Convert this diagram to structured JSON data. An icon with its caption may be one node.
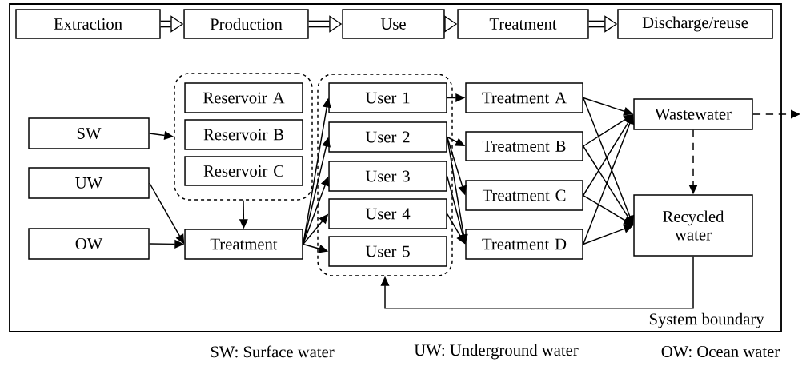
{
  "diagram": {
    "nodes": [
      {
        "text": [
          "System boundary"
        ]
      },
      {
        "text": [
          "Extraction"
        ],
        "in": 0
      },
      {
        "text": [
          "Production"
        ],
        "in": 0
      },
      {
        "text": [
          "Use"
        ],
        "in": 0
      },
      {
        "text": [
          "Treatment"
        ],
        "in": 0
      },
      {
        "text": [
          "Discharge/reuse"
        ],
        "in": 0
      },
      {
        "text": [
          "SW"
        ],
        "in": 0
      },
      {
        "text": [
          "UW"
        ],
        "in": 0
      },
      {
        "text": [
          "OW"
        ],
        "in": 0
      },
      {
        "text": [],
        "shape": "box",
        "in": 0
      },
      {
        "text": [
          "Reservoir A"
        ],
        "in": 9
      },
      {
        "text": [
          "Reservoir B"
        ],
        "in": 9
      },
      {
        "text": [
          "Reservoir C"
        ],
        "in": 9
      },
      {
        "text": [
          "Treatment"
        ],
        "in": 0
      },
      {
        "text": [],
        "shape": "box",
        "in": 0
      },
      {
        "text": [
          "User 1"
        ],
        "in": 14
      },
      {
        "text": [
          "User 2"
        ],
        "in": 14
      },
      {
        "text": [
          "User 3"
        ],
        "in": 14
      },
      {
        "text": [
          "User 4"
        ],
        "in": 14
      },
      {
        "text": [
          "User 5"
        ],
        "in": 14
      },
      {
        "text": [
          "Treatment A"
        ],
        "in": 0
      },
      {
        "text": [
          "Treatment B"
        ],
        "in": 0
      },
      {
        "text": [
          "Treatment C"
        ],
        "in": 0
      },
      {
        "text": [
          "Treatment D"
        ],
        "in": 0
      },
      {
        "text": [
          "Wastewater"
        ],
        "in": 0
      },
      {
        "text": [
          "Recycled water"
        ],
        "in": 0
      }
    ],
    "edges": [
      {
        "from": 1,
        "to": 2,
        "arrow": "to",
        "style": "thick"
      },
      {
        "from": 2,
        "to": 3,
        "arrow": "to",
        "style": "thick"
      },
      {
        "from": 3,
        "to": 4,
        "arrow": "to",
        "style": "thick"
      },
      {
        "from": 4,
        "to": 5,
        "arrow": "to",
        "style": "thick"
      },
      {
        "from": 6,
        "to": 9,
        "arrow": "to"
      },
      {
        "from": 7,
        "to": 13,
        "arrow": "to"
      },
      {
        "from": 8,
        "to": 13,
        "arrow": "to"
      },
      {
        "from": 9,
        "to": 13,
        "arrow": "to"
      },
      {
        "from": 13,
        "to": 15,
        "arrow": "to"
      },
      {
        "from": 13,
        "to": 16,
        "arrow": "to"
      },
      {
        "from": 13,
        "to": 17,
        "arrow": "to"
      },
      {
        "from": 13,
        "to": 18,
        "arrow": "to"
      },
      {
        "from": 13,
        "to": 19,
        "arrow": "to"
      },
      {
        "from": 15,
        "to": 20,
        "arrow": "to"
      },
      {
        "from": 16,
        "to": 21,
        "arrow": "to"
      },
      {
        "from": 16,
        "to": 22,
        "arrow": "to"
      },
      {
        "from": 16,
        "to": 23,
        "arrow": "to"
      },
      {
        "from": 17,
        "to": 23,
        "arrow": "to"
      },
      {
        "from": 18,
        "to": 23,
        "arrow": "to"
      },
      {
        "from": 20,
        "to": 24,
        "arrow": "to"
      },
      {
        "from": 20,
        "to": 25,
        "arrow": "to"
      },
      {
        "from": 21,
        "to": 24,
        "arrow": "to"
      },
      {
        "from": 21,
        "to": 25,
        "arrow": "to"
      },
      {
        "from": 22,
        "to": 24,
        "arrow": "to"
      },
      {
        "from": 22,
        "to": 25,
        "arrow": "to"
      },
      {
        "from": 23,
        "to": 24,
        "arrow": "to"
      },
      {
        "from": 23,
        "to": 25,
        "arrow": "to"
      },
      {
        "from": 24,
        "to": 25,
        "arrow": "to",
        "style": "dashed"
      },
      {
        "from": 24,
        "to": null,
        "arrow": "to",
        "style": "dashed"
      },
      {
        "from": 25,
        "to": 14,
        "arrow": "to"
      }
    ],
    "labels": [
      "SW: Surface water",
      "UW: Underground water",
      "OW: Ocean water"
    ]
  }
}
